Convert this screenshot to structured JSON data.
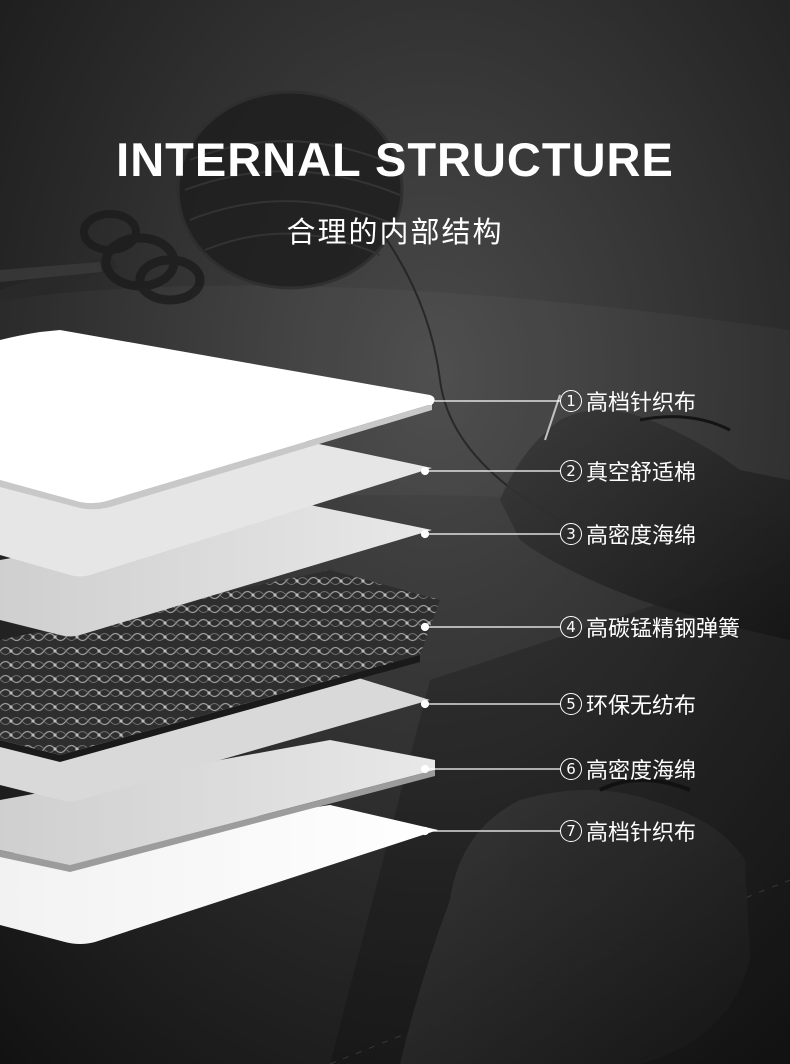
{
  "header": {
    "title": "INTERNAL STRUCTURE",
    "subtitle": "合理的内部结构"
  },
  "layers": [
    {
      "number": "1",
      "label": "高档针织布"
    },
    {
      "number": "2",
      "label": "真空舒适棉"
    },
    {
      "number": "3",
      "label": "高密度海绵"
    },
    {
      "number": "4",
      "label": "高碳锰精钢弹簧"
    },
    {
      "number": "5",
      "label": "环保无纺布"
    },
    {
      "number": "6",
      "label": "高密度海绵"
    },
    {
      "number": "7",
      "label": "高档针织布"
    }
  ],
  "colors": {
    "background": "#1b1b1b",
    "text": "#ffffff",
    "fabric_layer": "#ffffff",
    "sponge_layer": "#dcdcdc",
    "spring_layer": "#3a3a3a"
  }
}
